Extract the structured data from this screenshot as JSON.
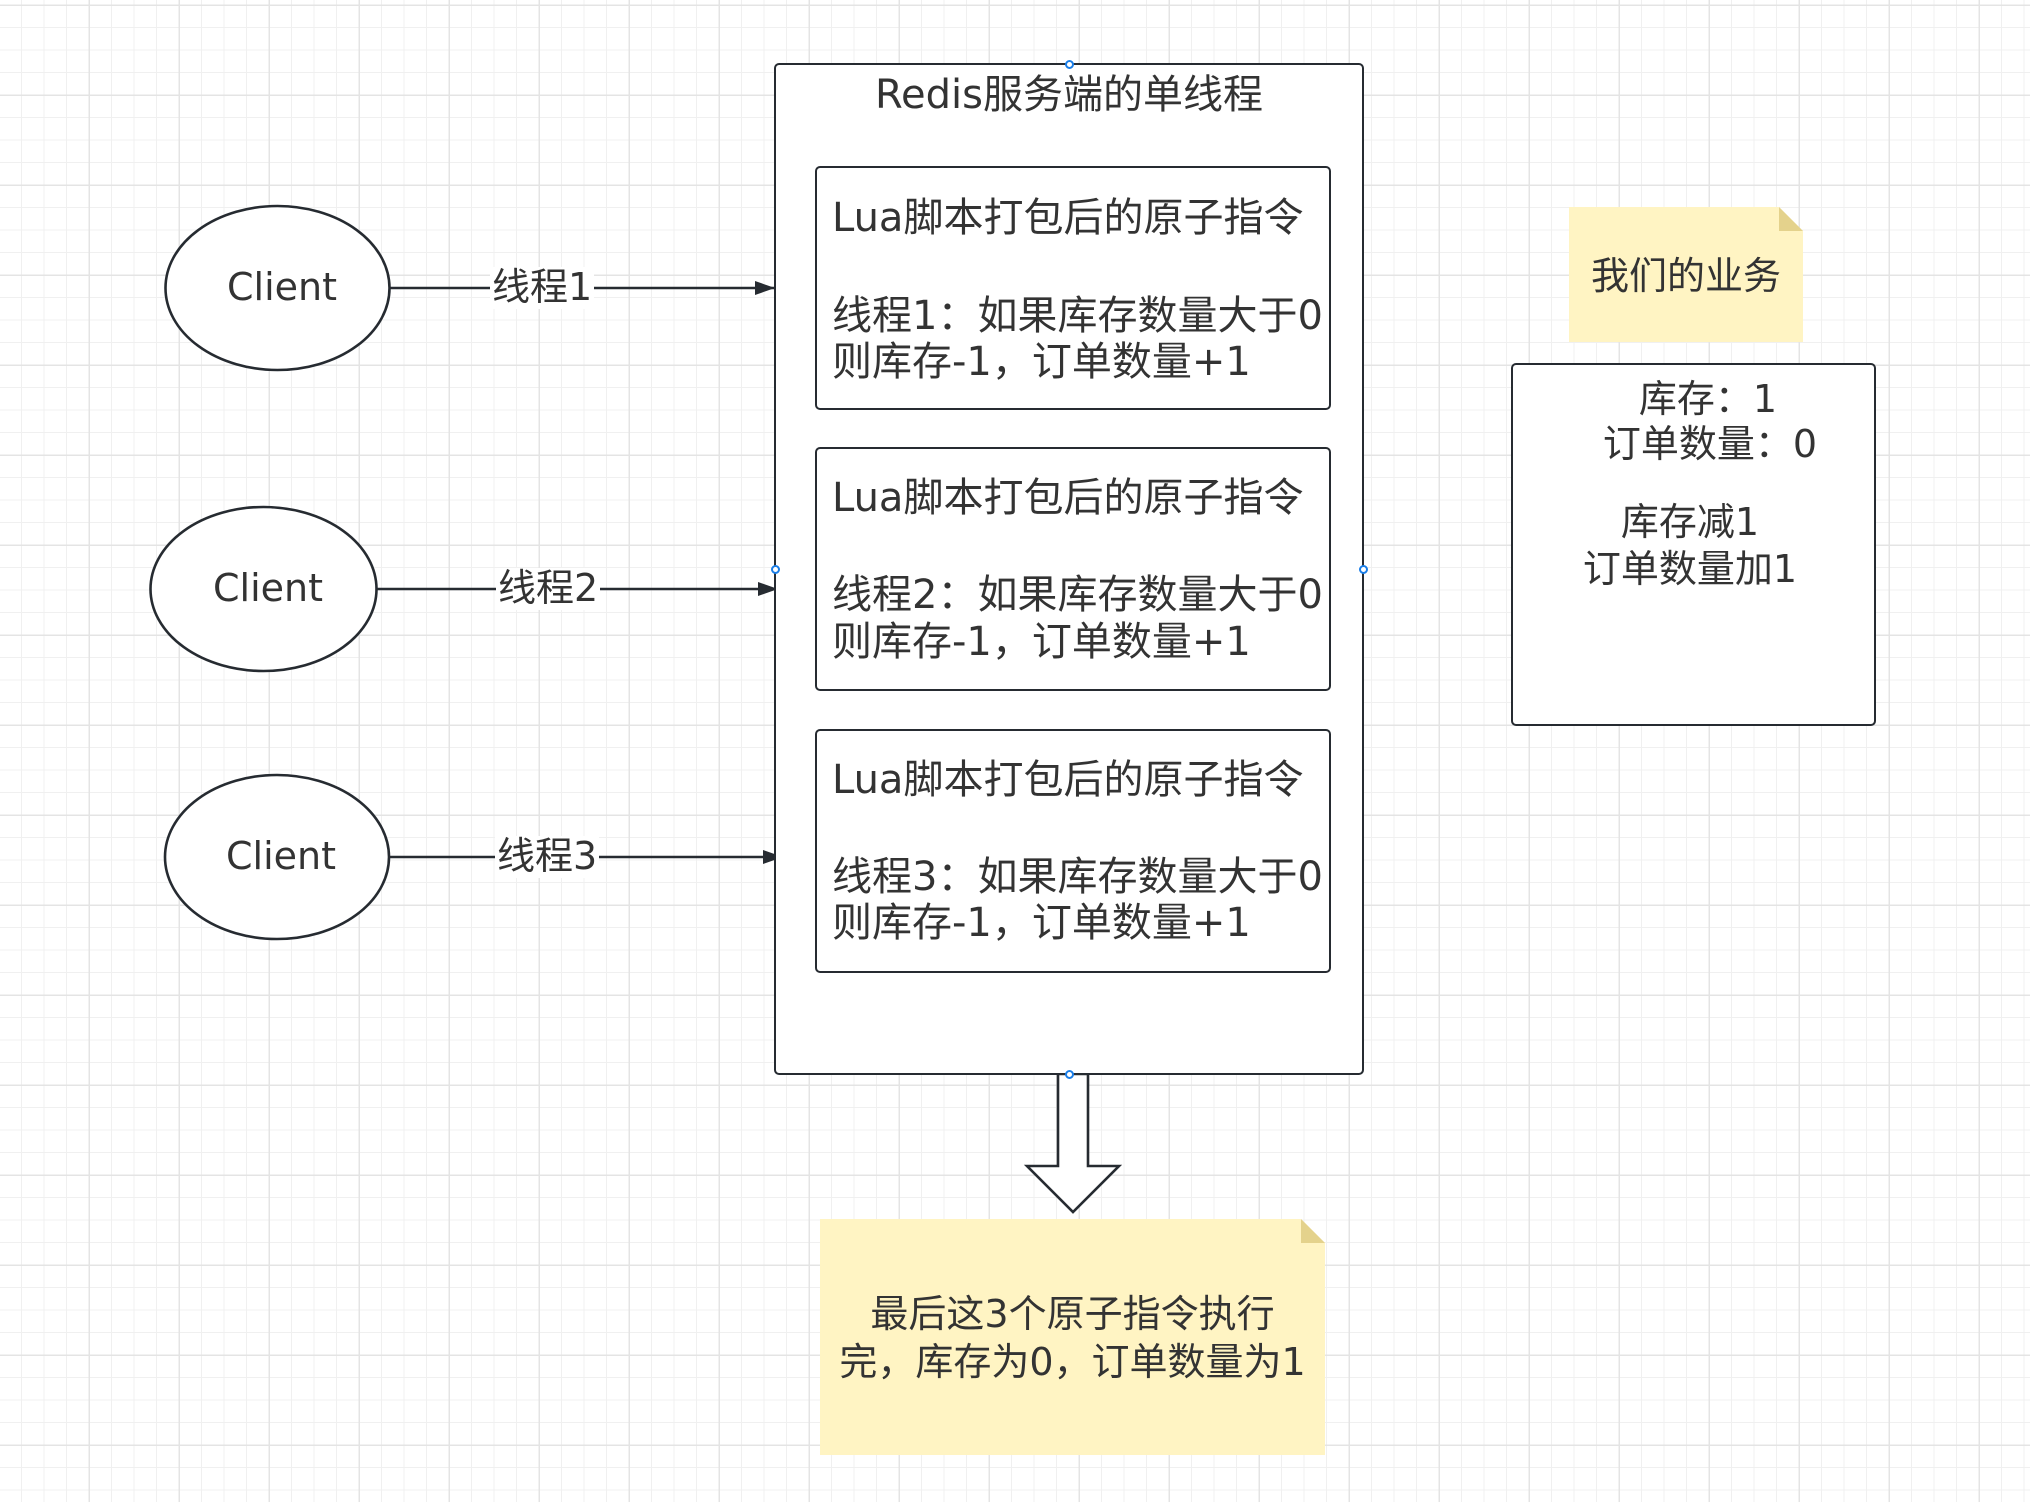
{
  "clients": [
    {
      "label": "Client",
      "edge_label": "线程1"
    },
    {
      "label": "Client",
      "edge_label": "线程2"
    },
    {
      "label": "Client",
      "edge_label": "线程3"
    }
  ],
  "server": {
    "title": "Redis服务端的单线程",
    "blocks": [
      {
        "heading": "Lua脚本打包后的原子指令",
        "line1": "线程1：如果库存数量大于0",
        "line2": "则库存-1，订单数量+1"
      },
      {
        "heading": "Lua脚本打包后的原子指令",
        "line1": "线程2：如果库存数量大于0",
        "line2": "则库存-1，订单数量+1"
      },
      {
        "heading": "Lua脚本打包后的原子指令",
        "line1": "线程3：如果库存数量大于0",
        "line2": "则库存-1，订单数量+1"
      }
    ]
  },
  "business_note": {
    "label": "我们的业务"
  },
  "business_box": {
    "stock_line": "库存：1",
    "orders_line": "订单数量：0",
    "action_line1": "库存减1",
    "action_line2": "订单数量加1"
  },
  "result_note": {
    "line1": "最后这3个原子指令执行",
    "line2": "完，库存为0，订单数量为1"
  },
  "colors": {
    "stroke": "#262b31",
    "text": "#333333",
    "sticky_fill": "#fff4c3",
    "sticky_fold": "#e4d28c",
    "handle": "#1a7ee8"
  }
}
